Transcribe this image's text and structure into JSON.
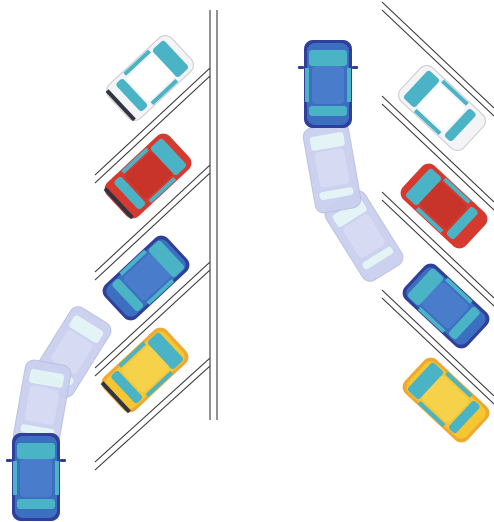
{
  "scene": {
    "description_icons": [
      "parking-lines",
      "car-icon"
    ],
    "colors": {
      "background": "#ffffff",
      "line": "#3a3a3a",
      "white_car": "#f4f4f6",
      "red_car": "#d63a2f",
      "blue_car": "#3d6fc0",
      "yellow_car": "#f3c632",
      "ghost_car": "#c9cfee",
      "window": "#4ab4c6"
    }
  },
  "left_panel": {
    "parked_cars": [
      "white",
      "red",
      "blue",
      "yellow"
    ],
    "maneuver": {
      "car": "blue",
      "ghost_positions": 2
    }
  },
  "right_panel": {
    "parked_cars": [
      "white",
      "red",
      "blue",
      "yellow"
    ],
    "maneuver": {
      "car": "blue",
      "ghost_positions": 2
    }
  }
}
